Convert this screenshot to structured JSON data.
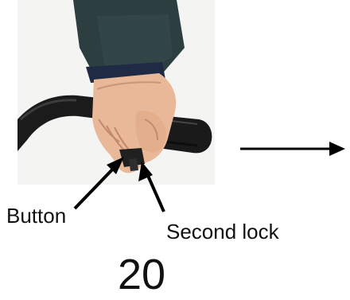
{
  "labels": {
    "button": "Button",
    "second_lock": "Second lock"
  },
  "page_number": "20",
  "colors": {
    "arrow": "#000000",
    "background": "#ffffff",
    "handlebar": "#1a1a1a",
    "jacket": "#2c3e3f",
    "cuff": "#1f2a44",
    "skin": "#e8b898"
  },
  "icons": {
    "next_step_arrow": "right-arrow-icon",
    "pointer_arrows": "arrow-pointer-icon"
  }
}
